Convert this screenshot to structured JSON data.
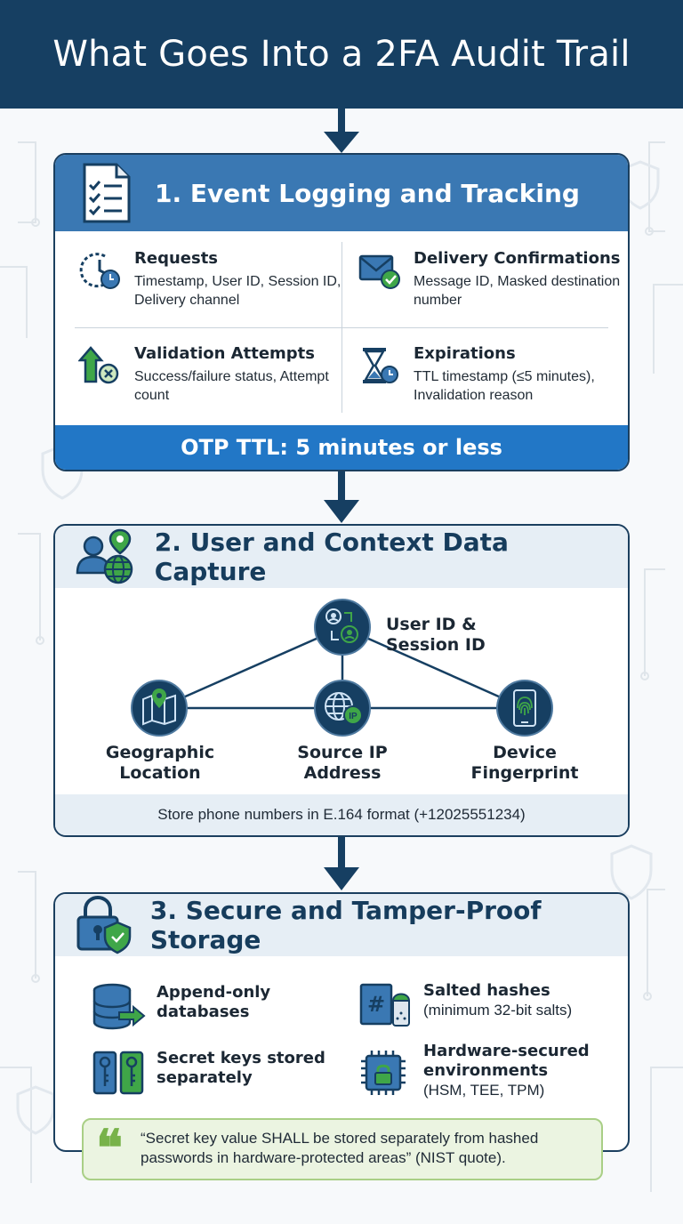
{
  "title": "What Goes Into a 2FA Audit Trail",
  "colors": {
    "navy": "#163f62",
    "blue_header": "#3a78b3",
    "band_blue": "#2277c6",
    "green": "#3fa648",
    "light_panel": "#e6eef5"
  },
  "section1": {
    "heading": "1. Event Logging and Tracking",
    "icon": "checklist-document-icon",
    "items": [
      {
        "title": "Requests",
        "desc": "Timestamp, User ID, Session ID, Delivery channel",
        "icon": "clock-icon"
      },
      {
        "title": "Delivery Confirmations",
        "desc": "Message ID, Masked destination number",
        "icon": "envelope-check-icon"
      },
      {
        "title": "Validation Attempts",
        "desc": "Success/failure status, Attempt count",
        "icon": "arrow-up-x-icon"
      },
      {
        "title": "Expirations",
        "desc": "TTL timestamp (≤5 minutes), Invalidation reason",
        "icon": "hourglass-icon"
      }
    ],
    "band": "OTP TTL: 5 minutes or less"
  },
  "section2": {
    "heading": "2. User and Context Data Capture",
    "icon": "user-globe-pin-icon",
    "nodes": {
      "top": {
        "label_line1": "User ID &",
        "label_line2": "Session ID",
        "icon": "users-sync-icon"
      },
      "left": {
        "label_line1": "Geographic",
        "label_line2": "Location",
        "icon": "map-pin-icon"
      },
      "center": {
        "label_line1": "Source IP",
        "label_line2": "Address",
        "icon": "globe-ip-icon",
        "badge": "IP"
      },
      "right": {
        "label_line1": "Device",
        "label_line2": "Fingerprint",
        "icon": "phone-fingerprint-icon"
      }
    },
    "footer": "Store phone numbers in E.164 format (+12025551234)"
  },
  "section3": {
    "heading": "3. Secure and Tamper-Proof Storage",
    "icon": "padlock-shield-icon",
    "items": [
      {
        "title_line1": "Append-only",
        "title_line2": "databases",
        "icon": "database-arrow-icon"
      },
      {
        "title_line1": "Salted hashes",
        "sub": "(minimum 32-bit salts)",
        "icon": "hash-salt-icon",
        "hash_glyph": "#"
      },
      {
        "title_line1": "Secret keys stored",
        "title_line2": "separately",
        "icon": "keys-icon"
      },
      {
        "title_line1": "Hardware-secured",
        "title_line2": "environments",
        "sub": "(HSM, TEE, TPM)",
        "icon": "chip-lock-icon"
      }
    ],
    "quote_mark": "❝",
    "quote": "“Secret key value SHALL be stored separately from hashed passwords in hardware-protected areas” (NIST quote)."
  }
}
